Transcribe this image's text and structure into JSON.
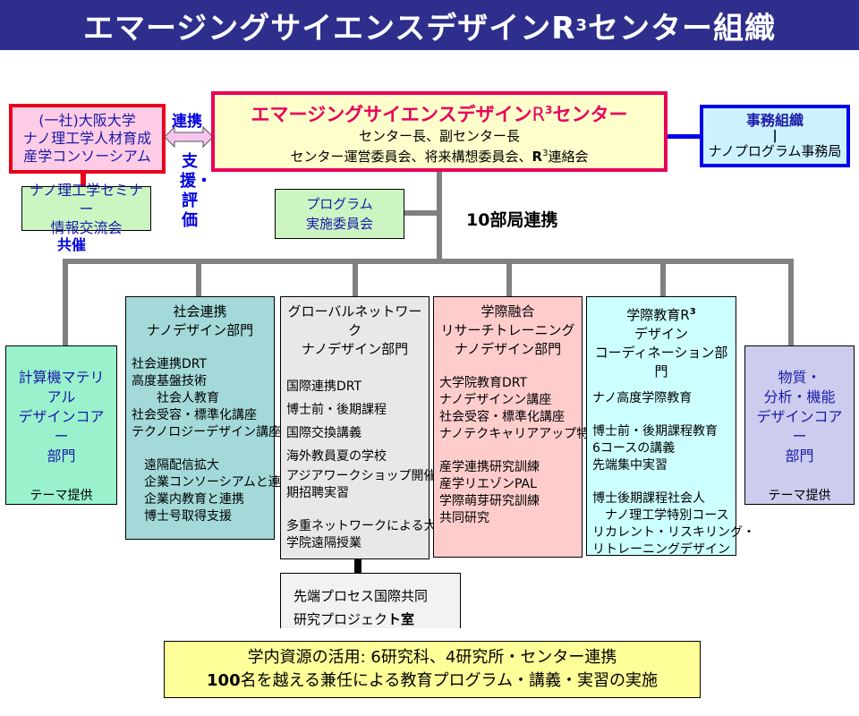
{
  "title": {
    "prefix": "エマージングサイエンスデザインR",
    "superscript": "3",
    "suffix": "センター組織"
  },
  "colors": {
    "title_bg": "#2e2e8c",
    "center_border": "#e8005a",
    "consortium_border": "#e8001c",
    "office_border": "#0000ee",
    "connector": "#808080"
  },
  "consortium": {
    "lines": [
      "(一社)大阪大学",
      "ナノ理工学人材育成",
      "産学コンソーシアム"
    ]
  },
  "seminar": {
    "lines": [
      "ナノ理工学セミナー",
      "情報交流会"
    ],
    "cohost_label": "共催"
  },
  "link": {
    "cooperation_label": "連携",
    "support_label": "支援・評価"
  },
  "center": {
    "name_prefix": "エマージングサイエンスデザイン",
    "name_r": "R",
    "name_sup": "3",
    "name_suffix": "センター",
    "line1": "センター長、副センター長",
    "line2_prefix": "センター運営委員会、将来構想委員会、",
    "line2_r": "R",
    "line2_sup": "3",
    "line2_suffix": "連絡会"
  },
  "office": {
    "title": "事務組織",
    "bar": "|",
    "subtitle": "ナノプログラム事務局"
  },
  "program_committee": {
    "lines": [
      "プログラム",
      "実施委員会"
    ]
  },
  "ten_departments_label": "10部局連携",
  "departments": {
    "compute": {
      "heading": [
        "計算機マテリアル",
        "デザインコアー",
        "部門"
      ],
      "theme": "テーマ提供"
    },
    "social": {
      "heading": [
        "社会連携",
        "ナノデザイン部門"
      ],
      "group1": [
        "社会連携DRT",
        "高度基盤技術"
      ],
      "group1_indent": "社会人教育",
      "group1b": [
        "社会受容・標準化講座",
        "テクノロジーデザイン講座"
      ],
      "group2": [
        "遠隔配信拡大",
        "企業コンソーシアムと連携",
        "企業内教育と連携",
        "博士号取得支援"
      ]
    },
    "global": {
      "heading": [
        "グローバルネットワーク",
        "ナノデザイン部門"
      ],
      "items": [
        "国際連携DRT",
        "博士前・後期課程",
        "国際交換講義",
        "海外教員夏の学校",
        "アジアワークショップ開催短",
        "期招聘実習"
      ],
      "group2": [
        "多重ネットワークによる大",
        "学院遠隔授業"
      ]
    },
    "interdisc": {
      "heading": [
        "学際融合",
        "リサーチトレーニング",
        "ナノデザイン部門"
      ],
      "group1": [
        "大学院教育DRT",
        "ナノデザインン講座",
        "社会受容・標準化講座",
        "ナノテクキャリアアップ特論"
      ],
      "group2": [
        "産学連携研究訓練",
        "産学リエゾンPAL",
        "学際萌芽研究訓練",
        "共同研究"
      ]
    },
    "education": {
      "heading_prefix": "学際教育R",
      "heading_sup": "3",
      "heading": [
        "デザイン",
        "コーディネーション部門"
      ],
      "group1": [
        "ナノ高度学際教育"
      ],
      "group2": [
        "博士前・後期課程教育",
        "6コースの講義",
        "先端集中実習"
      ],
      "group3": [
        "博士後期課程社会人"
      ],
      "group3_indent": "ナノ理工学特別コース",
      "group3b": [
        "リカレント・リスキリング・",
        "リトレーニングデザイン"
      ]
    },
    "materials": {
      "heading": [
        "物質・",
        "分析・機能",
        "デザインコアー",
        "部門"
      ],
      "theme": "テーマ提供"
    }
  },
  "joint_lab": {
    "line1": "先端プロセス国際共同",
    "line2_prefix": "研究プロジェク",
    "line2_bold": "ト室"
  },
  "resources": {
    "line1": "学内資源の活用: 6研究科、4研究所・センター連携",
    "line2_bold": "100",
    "line2_rest": "名を越える兼任による教育プログラム・講義・実習の実施"
  }
}
